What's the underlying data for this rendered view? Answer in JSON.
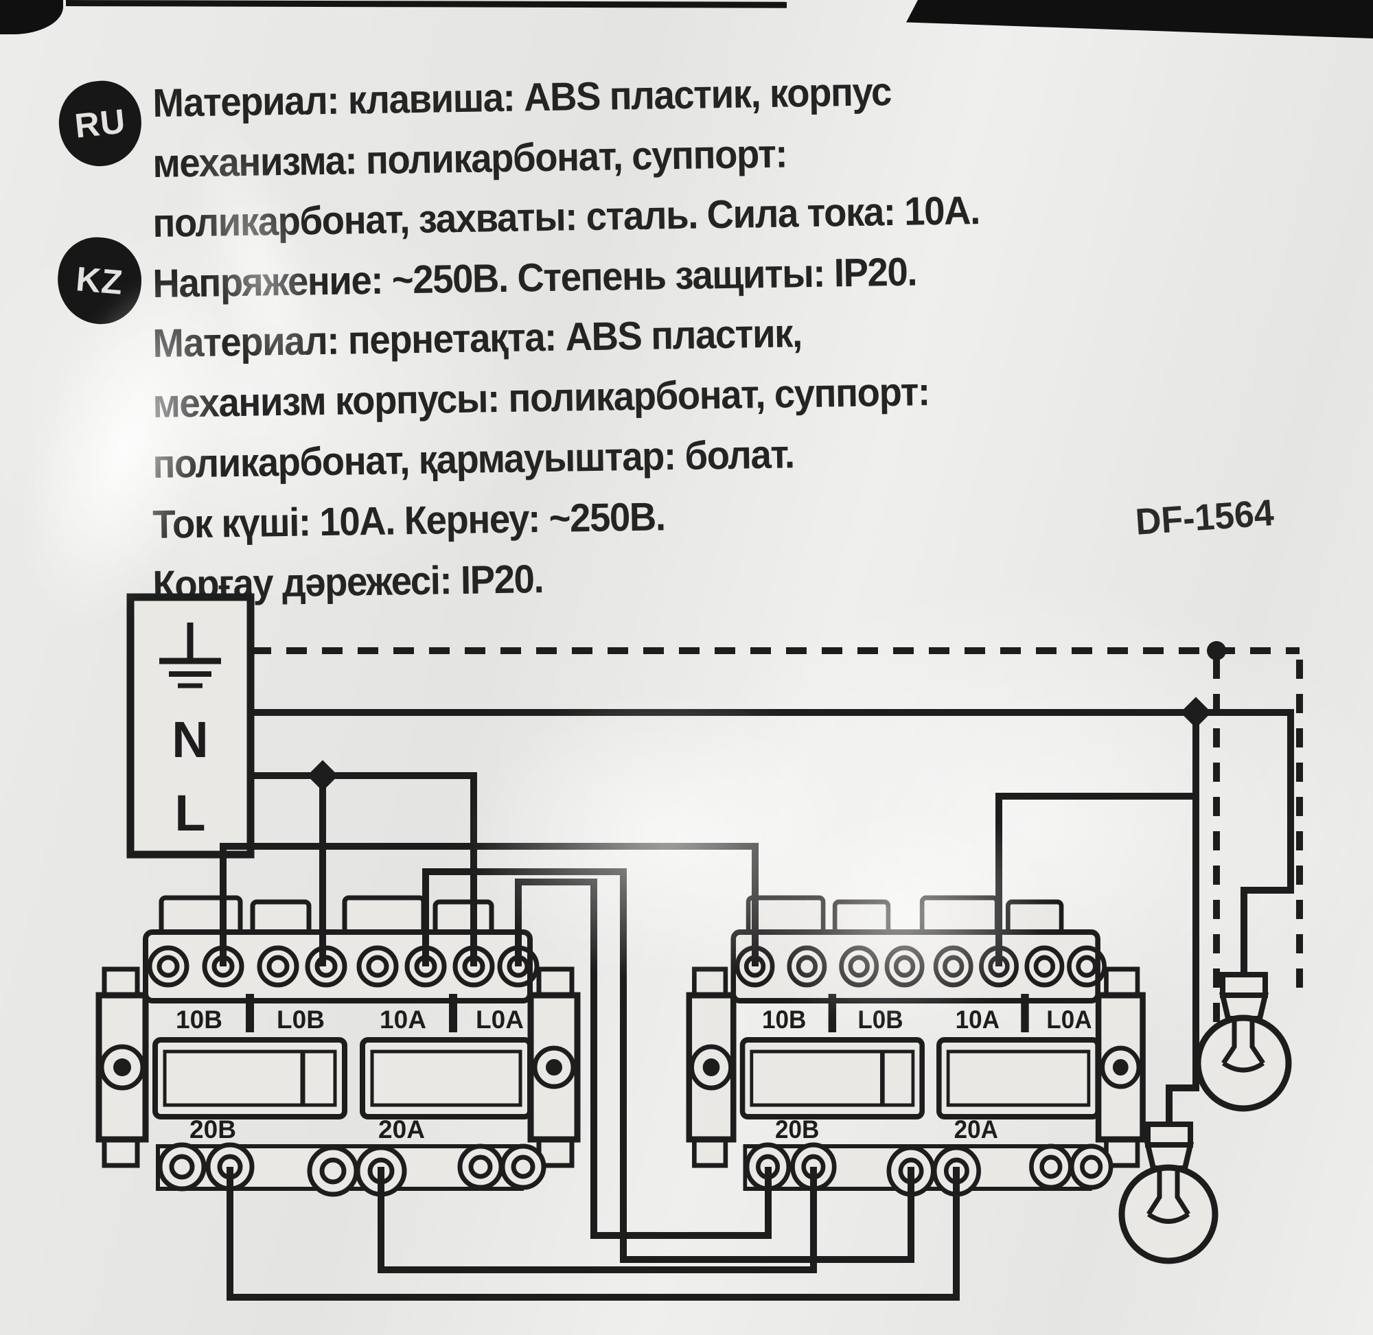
{
  "package": {
    "model_number": "DF-1564",
    "ru_section": {
      "badge": "RU",
      "lines": [
        "Материал: клавиша: ABS пластик, корпус",
        "механизма: поликарбонат, суппорт:",
        "поликарбонат, захваты: сталь. Сила тока: 10А.",
        "Напряжение: ~250В. Степень защиты: IP20."
      ]
    },
    "kz_section": {
      "badge": "KZ",
      "lines": [
        "Материал: пернетақта: ABS пластик,",
        "механизм корпусы: поликарбонат, суппорт:",
        "поликарбонат, қармауыштар: болат.",
        "Ток күші: 10А. Кернеу: ~250В.",
        "Қорғау дәрежесі: IP20."
      ]
    }
  },
  "diagram": {
    "source_box": {
      "neutral": "N",
      "line": "L"
    },
    "left_switch": {
      "top_terminals": [
        "10B",
        "L0B",
        "10A",
        "L0A"
      ],
      "bottom_terminals": [
        "20B",
        "20A"
      ]
    },
    "right_switch": {
      "top_terminals": [
        "10B",
        "L0B",
        "10A",
        "L0A"
      ],
      "bottom_terminals": [
        "20B",
        "20A"
      ]
    },
    "colors": {
      "ink": "#1d1d1d",
      "paper": "#e9e8e5"
    }
  }
}
